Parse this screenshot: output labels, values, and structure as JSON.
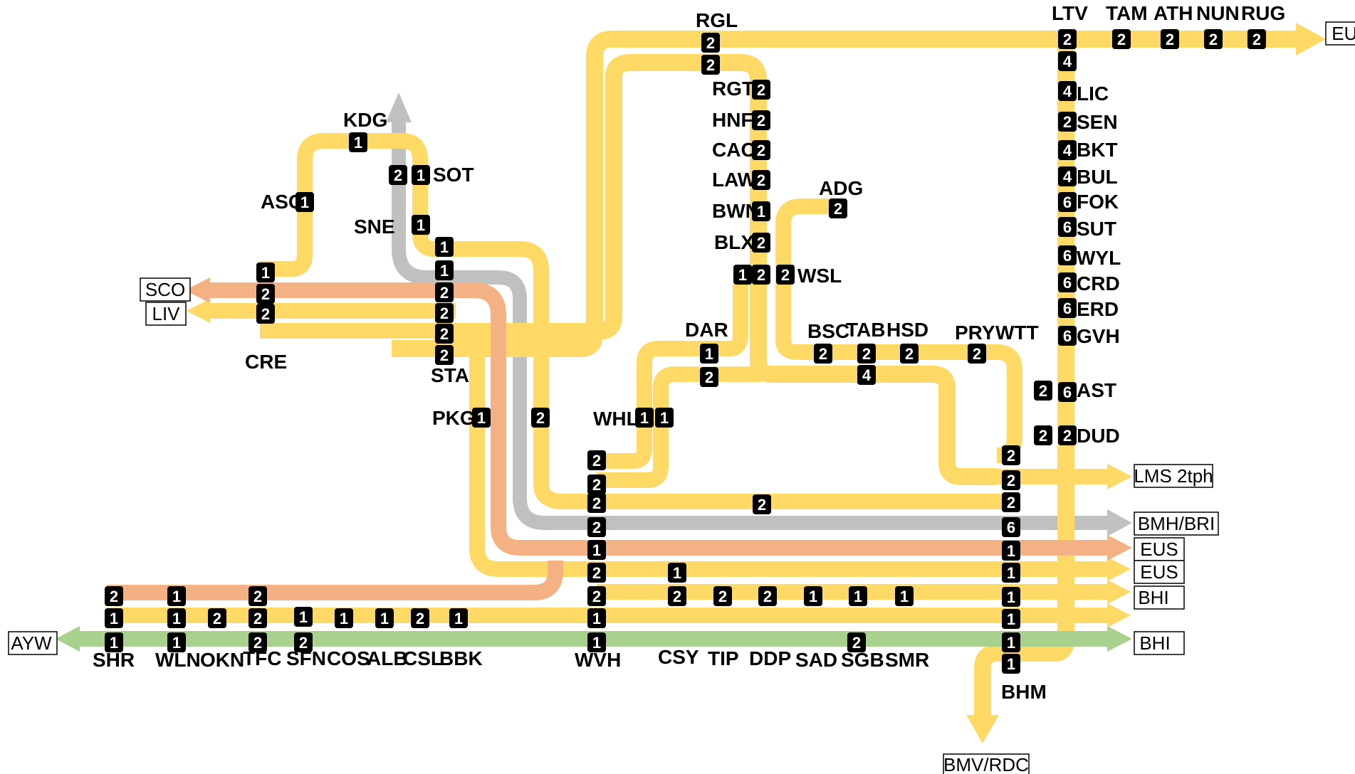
{
  "colors": {
    "yellow": "#FFD966",
    "orange": "#F4B183",
    "grey": "#C0C0C0",
    "green": "#A9D18E",
    "badge": "#000000",
    "badge_text": "#FFFFFF"
  },
  "destinations": {
    "eus_top": "EUS",
    "sco": "SCO",
    "liv": "LIV",
    "lms": "LMS 2tph",
    "bmh_bri": "BMH/BRI",
    "eus_a": "EUS",
    "eus_b": "EUS",
    "bhi_a": "BHI",
    "bhi_b": "BHI",
    "ayw": "AYW",
    "bmv_rdc": "BMV/RDC"
  },
  "stations": {
    "rgl": "RGL",
    "ltv": "LTV",
    "tam": "TAM",
    "ath": "ATH",
    "nun": "NUN",
    "rug": "RUG",
    "lic": "LIC",
    "sen": "SEN",
    "bkt": "BKT",
    "bul": "BUL",
    "fok": "FOK",
    "sut": "SUT",
    "wyl": "WYL",
    "crd": "CRD",
    "erd": "ERD",
    "gvh": "GVH",
    "ast": "AST",
    "dud": "DUD",
    "kdg": "KDG",
    "sot": "SOT",
    "asg": "ASG",
    "sne": "SNE",
    "cre": "CRE",
    "sta": "STA",
    "pkg": "PKG",
    "rgt": "RGT",
    "hnf": "HNF",
    "cao": "CAO",
    "law": "LAW",
    "bwn": "BWN",
    "blx": "BLX",
    "adg": "ADG",
    "wsl": "WSL",
    "dar": "DAR",
    "whl": "WHL",
    "bsc": "BSC",
    "tab": "TAB",
    "hsd": "HSD",
    "pry": "PRY",
    "wtt": "WTT",
    "shr": "SHR",
    "wln": "WLN",
    "okn": "OKN",
    "tfc": "TFC",
    "sfn": "SFN",
    "cos": "COS",
    "alb": "ALB",
    "csl": "CSL",
    "bbk": "BBK",
    "wvh": "WVH",
    "csy": "CSY",
    "tip": "TIP",
    "ddp": "DDP",
    "sad": "SAD",
    "sgb": "SGB",
    "smr": "SMR",
    "bhm": "BHM"
  },
  "badges": [
    "2",
    "2",
    "2",
    "2",
    "2",
    "2",
    "2",
    "4",
    "4",
    "2",
    "4",
    "4",
    "6",
    "6",
    "6",
    "6",
    "6",
    "6",
    "2",
    "6",
    "2",
    "2",
    "1",
    "2",
    "1",
    "1",
    "1",
    "1",
    "1",
    "2",
    "2",
    "1",
    "2",
    "2",
    "2",
    "2",
    "2",
    "2",
    "2",
    "2",
    "1",
    "2",
    "2",
    "2",
    "1",
    "2",
    "2",
    "2",
    "4",
    "2",
    "2",
    "1",
    "2",
    "1",
    "1",
    "1",
    "2",
    "2",
    "2",
    "2",
    "2",
    "1",
    "2",
    "2",
    "1",
    "1",
    "2",
    "2",
    "2",
    "2",
    "6",
    "1",
    "1",
    "1",
    "1",
    "1",
    "1",
    "2",
    "1",
    "2",
    "1",
    "1",
    "2",
    "1",
    "2",
    "1",
    "1",
    "2",
    "1",
    "1",
    "1",
    "2",
    "2",
    "2",
    "2",
    "2",
    "2",
    "1",
    "1",
    "1",
    "1"
  ]
}
